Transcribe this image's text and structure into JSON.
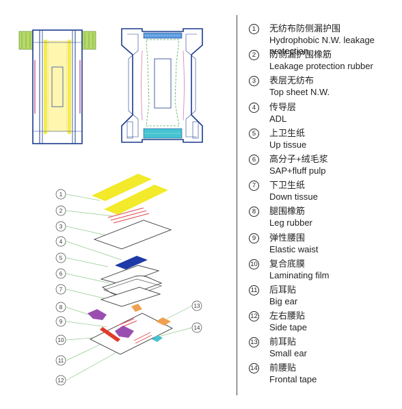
{
  "legend": {
    "items": [
      {
        "num": "1",
        "zh": "无纺布防侧漏护围",
        "en": "Hydrophobic N.W. leakage protection"
      },
      {
        "num": "2",
        "zh": "防侧漏护围橡筋",
        "en": "Leakage protection rubber"
      },
      {
        "num": "3",
        "zh": "表层无纺布",
        "en": "Top sheet N.W."
      },
      {
        "num": "4",
        "zh": "传导层",
        "en": "ADL"
      },
      {
        "num": "5",
        "zh": "上卫生纸",
        "en": "Up tissue"
      },
      {
        "num": "6",
        "zh": "高分子+绒毛浆",
        "en": "SAP+fluff pulp"
      },
      {
        "num": "7",
        "zh": "下卫生纸",
        "en": "Down tissue"
      },
      {
        "num": "8",
        "zh": "腿围橡筋",
        "en": "Leg rubber"
      },
      {
        "num": "9",
        "zh": "弹性腰围",
        "en": "Elastic waist"
      },
      {
        "num": "10",
        "zh": "复合底膜",
        "en": "Laminating film"
      },
      {
        "num": "11",
        "zh": "后耳贴",
        "en": "Big ear"
      },
      {
        "num": "12",
        "zh": "左右腰贴",
        "en": "Side tape"
      },
      {
        "num": "13",
        "zh": "前耳贴",
        "en": "Small ear"
      },
      {
        "num": "14",
        "zh": "前腰贴",
        "en": "Frontal tape"
      }
    ]
  },
  "colors": {
    "frame": "#1a3a8c",
    "yellow_layer": "#f2ea2a",
    "red_rubber": "#e2474f",
    "adl_blue": "#1d3aa6",
    "leg_rubber_purple": "#9a4fb0",
    "big_ear_orange": "#f0a050",
    "side_tape_red": "#e03a2a",
    "frontal_tape_cyan": "#46c3d1",
    "ear_green": "#b6d96a",
    "leader_green": "#8fc98a"
  }
}
